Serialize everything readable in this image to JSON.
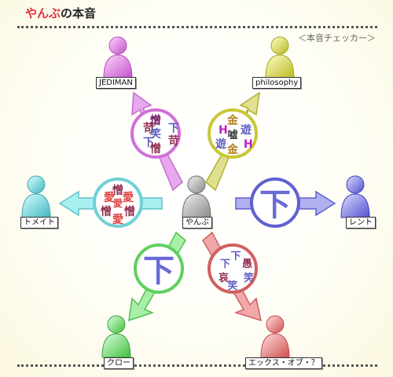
{
  "header": {
    "title_highlight": "やんぶ",
    "title_rest": "の本音",
    "checker_label": "＜本音チェッカー＞"
  },
  "center": {
    "name": "やんぶ"
  },
  "people": {
    "top_left": "JEDIMAN",
    "top_right": "philosophy",
    "left": "トメイト",
    "right": "レント",
    "bottom_left": "クロー",
    "bottom_right": "エックス・オブ・？"
  },
  "badges": {
    "top_left": [
      "苛",
      "憎",
      "下",
      "下",
      "笑",
      "苛",
      "憎"
    ],
    "top_right": [
      "金",
      "H",
      "遊",
      "嘘",
      "遊",
      "H",
      "金"
    ],
    "left": [
      "憎",
      "愛",
      "愛",
      "愛",
      "憎",
      "憎",
      "愛"
    ],
    "right": [
      "下"
    ],
    "bottom_left": [
      "下"
    ],
    "bottom_right": [
      "下",
      "下",
      "愚",
      "哀",
      "笑",
      "笑"
    ]
  },
  "colors": {
    "magenta": "#d86fd8",
    "yellow": "#c8c83a",
    "cyan": "#6fd8d8",
    "blue": "#6f6fe0",
    "green": "#6fd86f",
    "red": "#e07070",
    "gray": "#999999"
  }
}
